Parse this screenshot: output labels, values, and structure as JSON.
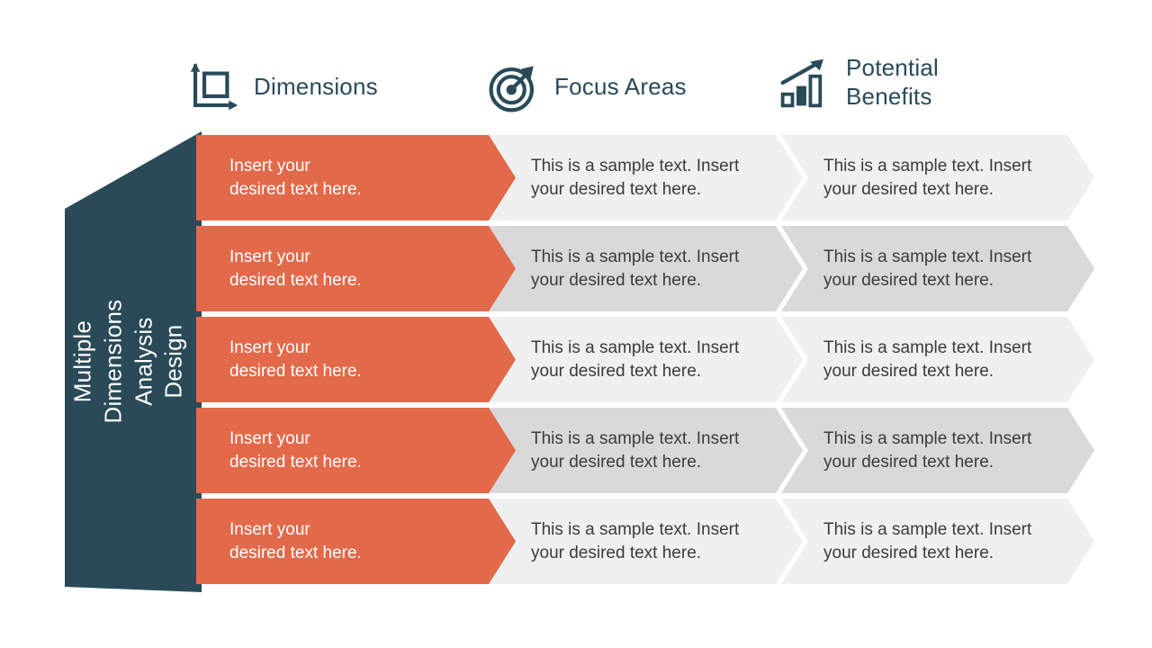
{
  "slide": {
    "title_vertical": "Multiple Dimensions\nAnalysis Design",
    "colors": {
      "accent_orange": "#e2694a",
      "panel_navy": "#2a4a58",
      "row_light_gray": "#f0f0f0",
      "row_dark_gray": "#d9d9d9",
      "header_text": "#2a4a58",
      "body_text": "#3b3b3b",
      "background": "#ffffff"
    }
  },
  "headers": [
    {
      "label": "Dimensions",
      "icon": "axes-square-icon"
    },
    {
      "label": "Focus Areas",
      "icon": "target-arrow-icon"
    },
    {
      "label": "Potential\nBenefits",
      "icon": "bar-chart-growth-icon"
    }
  ],
  "rows": [
    {
      "dimension": "Insert your\ndesired text here.",
      "focus_area": "This is a sample text. Insert\nyour desired text here.",
      "potential_benefit": "This is a sample text. Insert\nyour desired text here."
    },
    {
      "dimension": "Insert your\ndesired text here.",
      "focus_area": "This is a sample text. Insert\nyour desired text here.",
      "potential_benefit": "This is a sample text. Insert\nyour desired text here."
    },
    {
      "dimension": "Insert your\ndesired text here.",
      "focus_area": "This is a sample text. Insert\nyour desired text here.",
      "potential_benefit": "This is a sample text. Insert\nyour desired text here."
    },
    {
      "dimension": "Insert your\ndesired text here.",
      "focus_area": "This is a sample text. Insert\nyour desired text here.",
      "potential_benefit": "This is a sample text. Insert\nyour desired text here."
    },
    {
      "dimension": "Insert your\ndesired text here.",
      "focus_area": "This is a sample text. Insert\nyour desired text here.",
      "potential_benefit": "This is a sample text. Insert\nyour desired text here."
    }
  ]
}
